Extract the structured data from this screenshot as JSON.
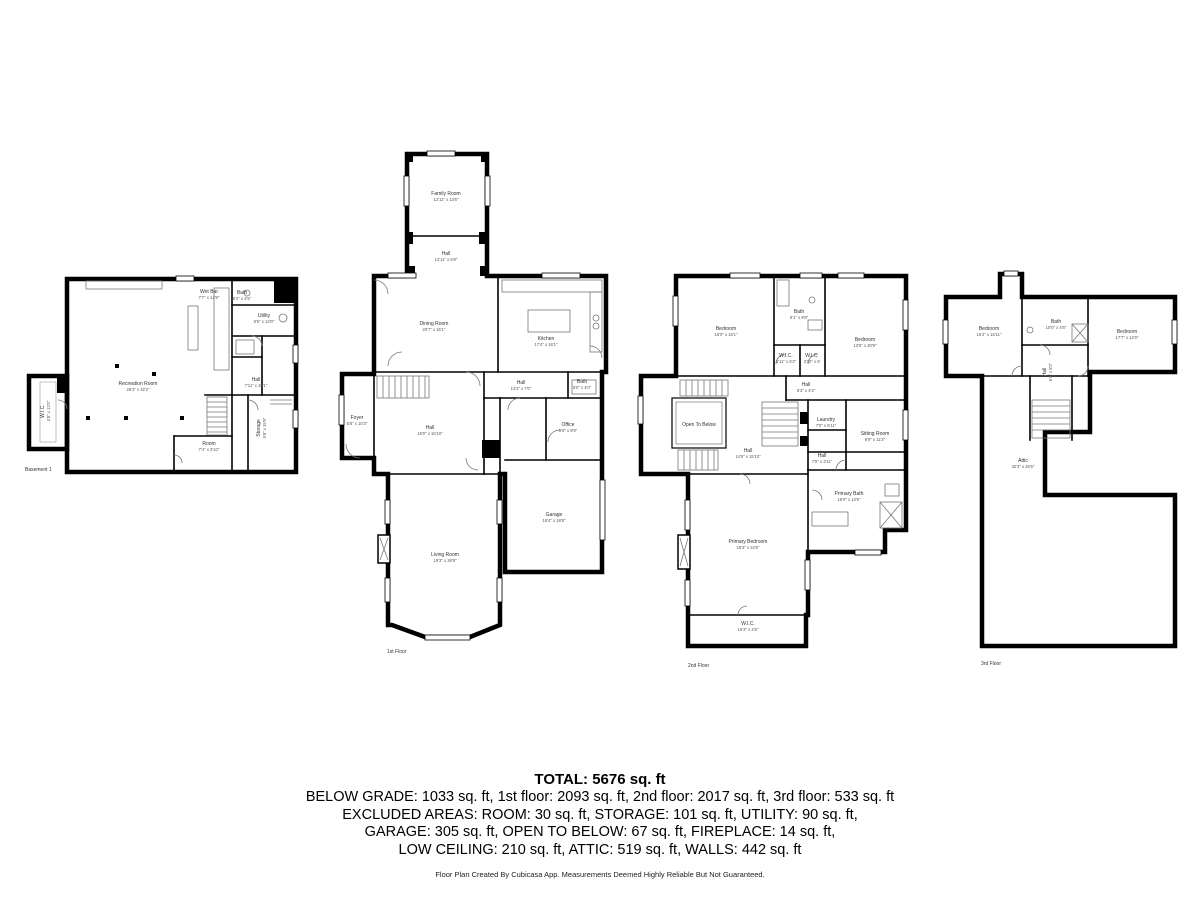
{
  "floors": [
    {
      "key": "basement",
      "label": "Basement 1",
      "rooms": [
        {
          "name": "Wet Bar",
          "dim": "7'7\" x 14'9\""
        },
        {
          "name": "Bath",
          "dim": "6'2\" x 4'5\""
        },
        {
          "name": "Utility",
          "dim": "9'6\" x 13'0\""
        },
        {
          "name": "Recreation Room",
          "dim": "28'3\" x 32'2\""
        },
        {
          "name": "W.I.C.",
          "dim": "4'8\" x 12'0\""
        },
        {
          "name": "Hall",
          "dim": "7'11\" x 10'1\""
        },
        {
          "name": "Storage",
          "dim": "5'9\" x 15'9\""
        },
        {
          "name": "Room",
          "dim": "7'4\" x 3'10\""
        }
      ]
    },
    {
      "key": "first",
      "label": "1st Floor",
      "rooms": [
        {
          "name": "Family Room",
          "dim": "12'11\" x 13'6\""
        },
        {
          "name": "Hall",
          "dim": "12'11\" x 6'8\""
        },
        {
          "name": "Dining Room",
          "dim": "20'7\" x 15'1\""
        },
        {
          "name": "Kitchen",
          "dim": "17'4\" x 16'1\""
        },
        {
          "name": "Hall",
          "dim": "13'2\" x 7'0\""
        },
        {
          "name": "Bath",
          "dim": "5'0\" x 4'0\""
        },
        {
          "name": "Foyer",
          "dim": "5'8\" x 10'3\""
        },
        {
          "name": "Hall",
          "dim": "18'0\" x 15'10\""
        },
        {
          "name": "Office",
          "dim": "9'9\" x 9'9\""
        },
        {
          "name": "Garage",
          "dim": "16'4\" x 18'8\""
        },
        {
          "name": "Living Room",
          "dim": "19'3\" x 28'9\""
        }
      ]
    },
    {
      "key": "second",
      "label": "2nd Floor",
      "rooms": [
        {
          "name": "Bedroom",
          "dim": "16'0\" x 16'1\""
        },
        {
          "name": "Bath",
          "dim": "8'1\" x 9'8\""
        },
        {
          "name": "Bedroom",
          "dim": "13'5\" x 20'9\""
        },
        {
          "name": "W.I.C.",
          "dim": "5'11\" x 6'2\""
        },
        {
          "name": "W.I.C.",
          "dim": "3'10\" x 6'"
        },
        {
          "name": "Hall",
          "dim": "5'3\" x 4'4\""
        },
        {
          "name": "Open To Below",
          "dim": ""
        },
        {
          "name": "Laundry",
          "dim": "7'0\" x 6'11\""
        },
        {
          "name": "Sitting Room",
          "dim": "9'9\" x 11'2\""
        },
        {
          "name": "Hall",
          "dim": "14'9\" x 15'10\""
        },
        {
          "name": "Hall",
          "dim": "7'5\" x 3'11\""
        },
        {
          "name": "Primary Bath",
          "dim": "16'0\" x 13'6\""
        },
        {
          "name": "Primary Bedroom",
          "dim": "19'3\" x 24'5\""
        },
        {
          "name": "W.I.C.",
          "dim": "19'3\" x 4'5\""
        }
      ]
    },
    {
      "key": "third",
      "label": "3rd Floor",
      "rooms": [
        {
          "name": "Bedroom",
          "dim": "15'2\" x 15'11\""
        },
        {
          "name": "Bath",
          "dim": "10'0\" x 4'6\""
        },
        {
          "name": "Bedroom",
          "dim": "17'7\" x 12'0\""
        },
        {
          "name": "Hall",
          "dim": "6'0\" x 8'2\""
        },
        {
          "name": "Attic",
          "dim": "32'3\" x 45'5\""
        }
      ]
    }
  ],
  "summary": {
    "total": "TOTAL: 5676 sq. ft",
    "lines": [
      "BELOW GRADE: 1033 sq. ft, 1st floor: 2093 sq. ft, 2nd floor: 2017 sq. ft, 3rd floor: 533 sq. ft",
      "EXCLUDED AREAS: ROOM: 30 sq. ft, STORAGE: 101 sq. ft, UTILITY: 90 sq. ft,",
      "GARAGE: 305 sq. ft, OPEN TO BELOW: 67 sq. ft, FIREPLACE: 14 sq. ft,",
      "LOW CEILING: 210 sq. ft, ATTIC: 519 sq. ft, WALLS: 442 sq. ft"
    ]
  },
  "credit": "Floor Plan Created By Cubicasa App. Measurements Deemed Highly Reliable But Not Guaranteed."
}
